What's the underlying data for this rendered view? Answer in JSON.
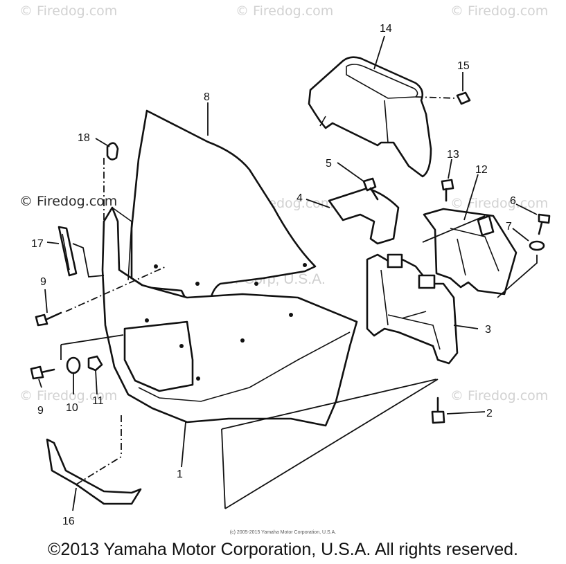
{
  "watermarks": {
    "site": "Firedog.com",
    "copyright_symbol": "©",
    "overlay": "Yamaha Motor Corp, U.S.A."
  },
  "callouts": {
    "c1": "1",
    "c2": "2",
    "c3": "3",
    "c4": "4",
    "c5": "5",
    "c6": "6",
    "c7": "7",
    "c8": "8",
    "c9a": "9",
    "c9b": "9",
    "c10": "10",
    "c11": "11",
    "c12": "12",
    "c13": "13",
    "c14": "14",
    "c15": "15",
    "c16": "16",
    "c17": "17",
    "c18": "18"
  },
  "small_copyright": "(c) 2005-2015 Yamaha Motor Corporation, U.S.A.",
  "footer_copyright": "©2013 Yamaha Motor Corporation, U.S.A. All rights reserved."
}
